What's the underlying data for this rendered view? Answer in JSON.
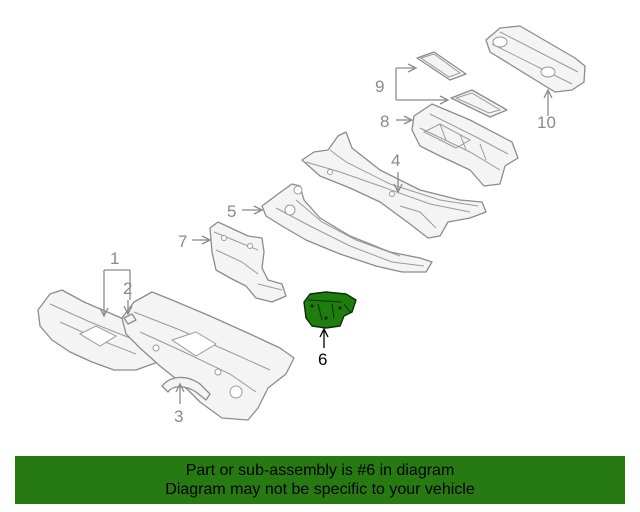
{
  "diagram": {
    "callouts": [
      {
        "label": "1",
        "highlighted": false
      },
      {
        "label": "2",
        "highlighted": false
      },
      {
        "label": "3",
        "highlighted": false
      },
      {
        "label": "4",
        "highlighted": false
      },
      {
        "label": "5",
        "highlighted": false
      },
      {
        "label": "6",
        "highlighted": true
      },
      {
        "label": "7",
        "highlighted": false
      },
      {
        "label": "8",
        "highlighted": false
      },
      {
        "label": "9",
        "highlighted": false
      },
      {
        "label": "10",
        "highlighted": false
      }
    ],
    "highlight_color": "#1e7d0e",
    "outline_color": "#8c8c8c"
  },
  "banner": {
    "line1": "Part or sub-assembly is #6 in diagram",
    "line2": "Diagram may not be specific to your vehicle",
    "color": "#277a12"
  }
}
